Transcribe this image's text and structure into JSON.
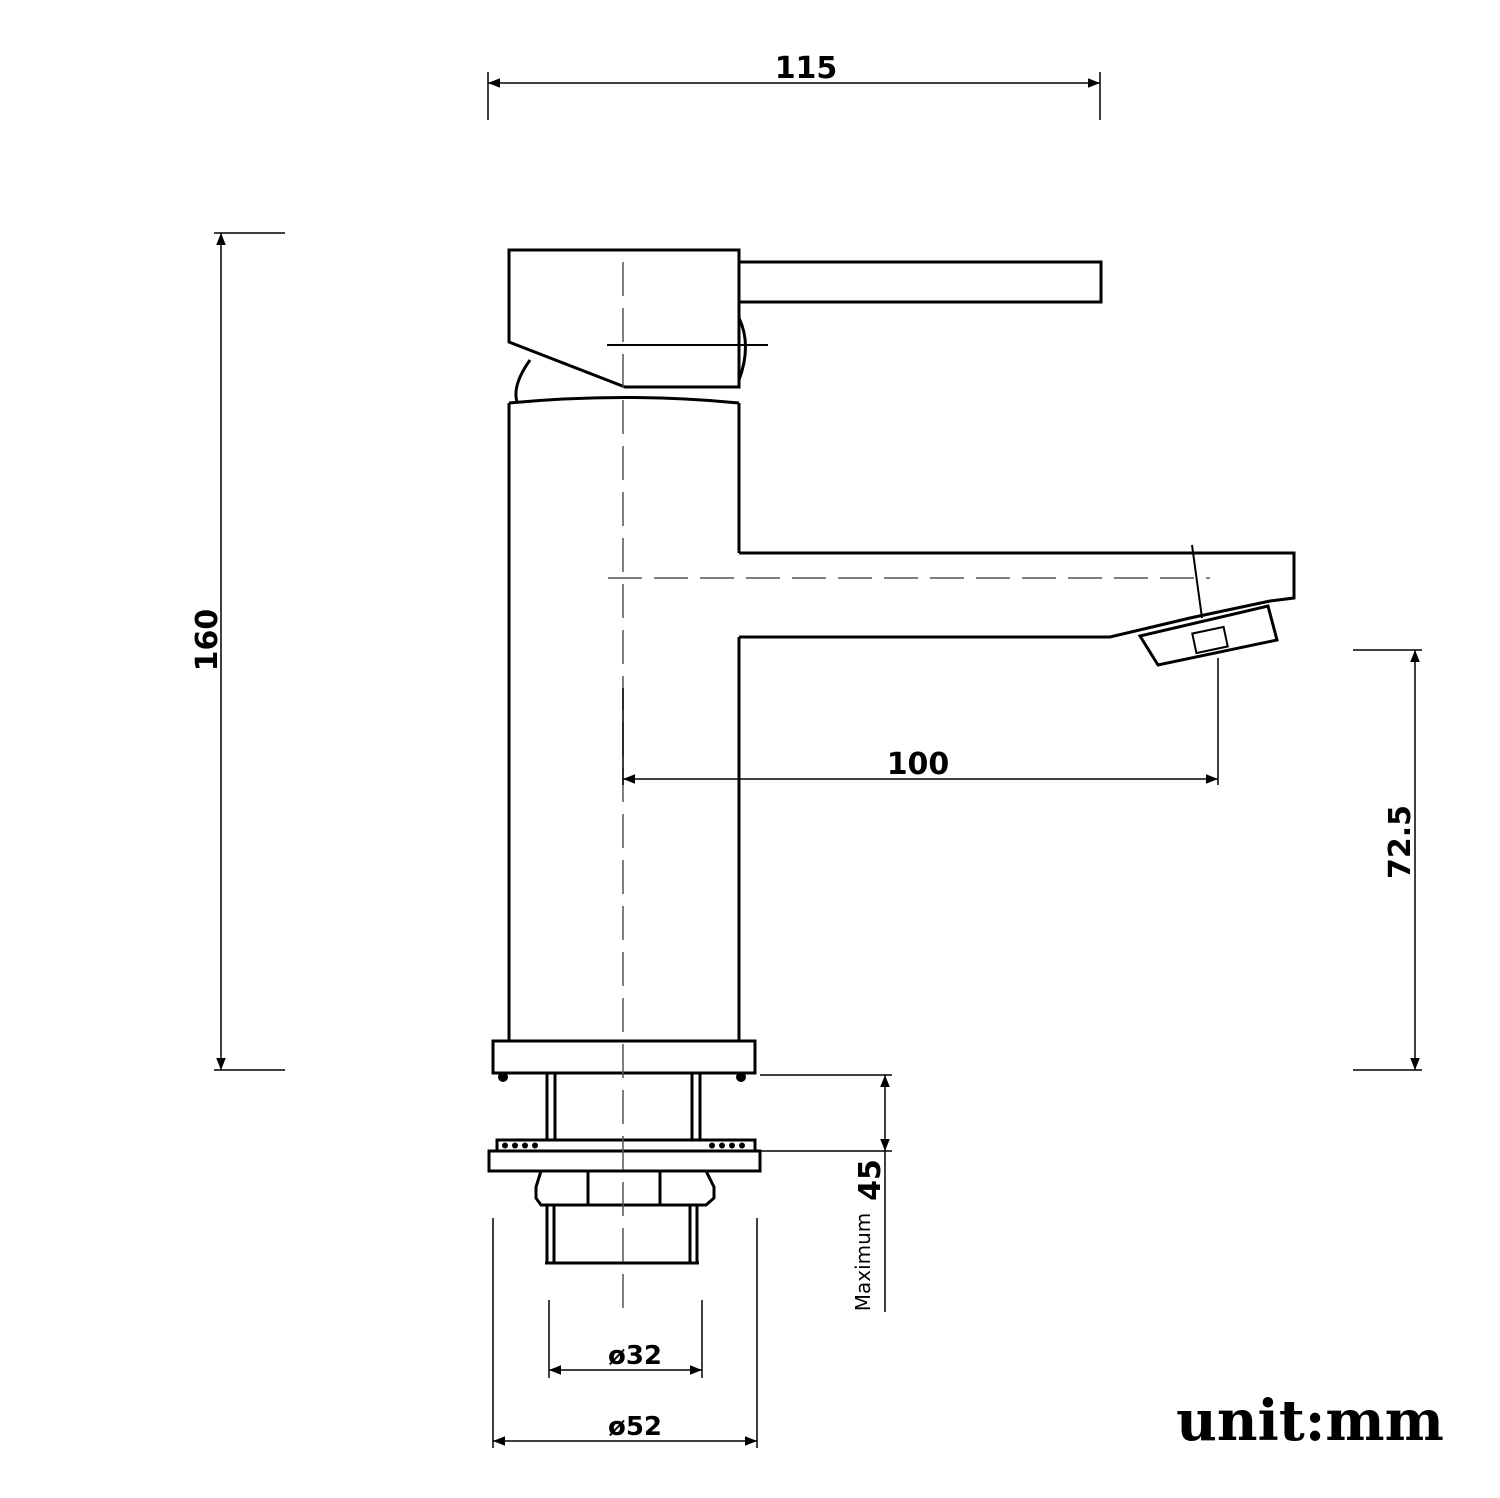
{
  "dimensions": {
    "overall_width": "115",
    "overall_height": "160",
    "spout_reach": "100",
    "spout_height": "72.5",
    "max_counter_thickness_value": "45",
    "max_counter_thickness_label": "Maximum",
    "shank_diameter": "ø32",
    "base_diameter": "ø52"
  },
  "unit_label": "unit:mm"
}
